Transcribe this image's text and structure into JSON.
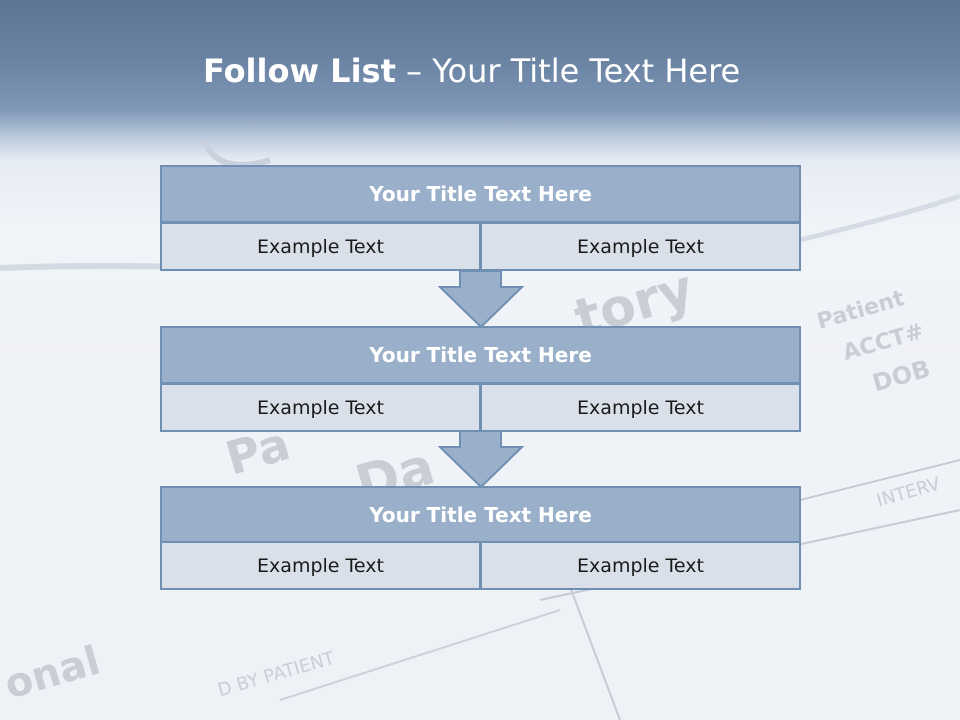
{
  "slide": {
    "title_bold": "Follow List",
    "title_rest": " – Your Title Text Here"
  },
  "blocks": [
    {
      "title": "Your Title Text Here",
      "left_text": "Example Text",
      "right_text": "Example Text"
    },
    {
      "title": "Your Title Text Here",
      "left_text": "Example Text",
      "right_text": "Example Text"
    },
    {
      "title": "Your Title Text Here",
      "left_text": "Example Text",
      "right_text": "Example Text"
    }
  ],
  "background_text": {
    "word1": "tory",
    "word2": "Patient",
    "word3": "ACCT#",
    "word4": "DOB",
    "word5": "Pa",
    "word6": "Da",
    "word7": "INTERV",
    "word8": "onal",
    "word9": "D BY PATIENT"
  },
  "colors": {
    "header_band": "#6a83a2",
    "block_title_fill": "#9aafca",
    "block_border": "#6f8fb3",
    "cell_fill": "#d9e0ea",
    "arrow_fill": "#9aafca"
  }
}
